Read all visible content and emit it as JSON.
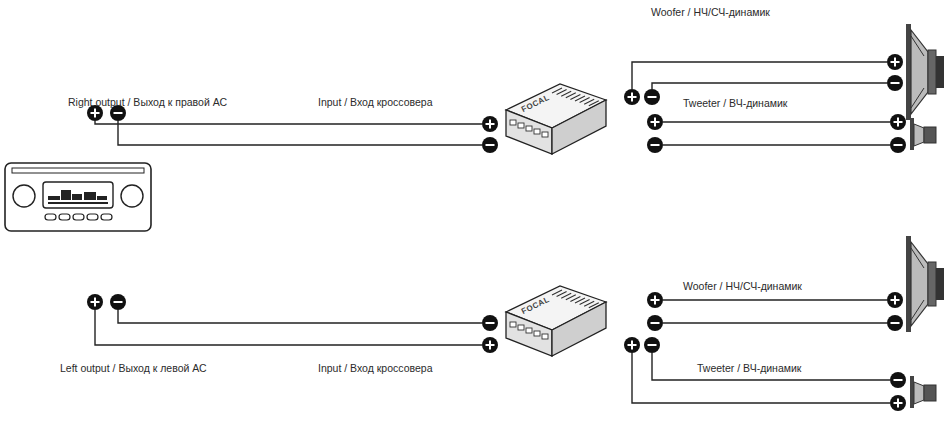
{
  "diagram": {
    "nodes": [
      {
        "text": [
          "FOCAL"
        ]
      },
      {
        "text": [
          "FOCAL"
        ]
      }
    ],
    "labels": [
      "Woofer / НЧ/СЧ-динамик",
      "Right output / Выход к правой АС",
      "Input / Вход кроссовера",
      "Tweeter / ВЧ-динамик",
      "Woofer / НЧ/СЧ-динамик",
      "Left output / Выход к левой АС",
      "Input / Вход кроссовера",
      "Tweeter / ВЧ-динамик"
    ]
  }
}
